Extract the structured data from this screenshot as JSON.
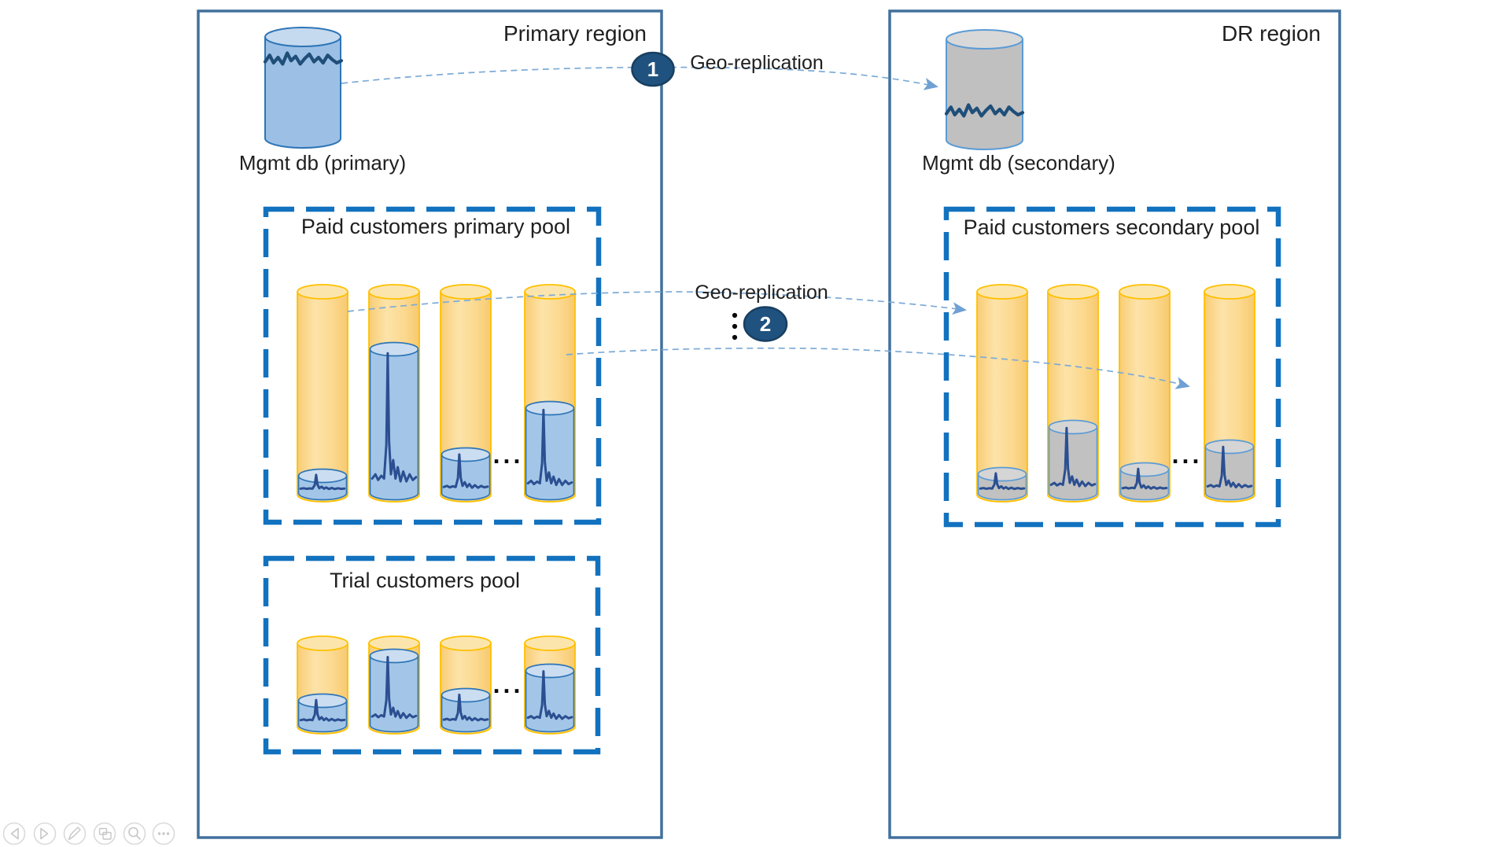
{
  "regions": {
    "primary": {
      "title": "Primary region",
      "mgmt_db_label": "Mgmt db (primary)",
      "pools": {
        "paid": {
          "title": "Paid customers primary pool",
          "more_indicator": "..."
        },
        "trial": {
          "title": "Trial customers pool",
          "more_indicator": "..."
        }
      }
    },
    "dr": {
      "title": "DR region",
      "mgmt_db_label": "Mgmt db (secondary)",
      "pools": {
        "paid": {
          "title": "Paid customers secondary pool",
          "more_indicator": "..."
        }
      }
    }
  },
  "connections": {
    "mgmt_geo_replication": {
      "label": "Geo-replication",
      "step_badge": "1"
    },
    "pool_geo_replication": {
      "label": "Geo-replication",
      "step_badge": "2",
      "queue_dots": "⋮"
    }
  },
  "presenter_toolbar": {
    "buttons": [
      {
        "icon": "previous-slide-icon"
      },
      {
        "icon": "next-slide-icon"
      },
      {
        "icon": "pen-icon"
      },
      {
        "icon": "slide-sorter-icon"
      },
      {
        "icon": "magnifier-icon"
      },
      {
        "icon": "ellipsis-icon"
      }
    ]
  },
  "colors": {
    "region_border": "#41719C",
    "pool_border": "#1272BF",
    "pool_cylinder_fill": "#FBD88A",
    "pool_cylinder_stroke": "#FFC000",
    "db_blue_fill": "#A3C6E8",
    "db_blue_top": "#CBDDF0",
    "db_gray_fill": "#C1C1C1",
    "db_stroke_blue": "#2E75B6",
    "db_stroke_light_blue": "#5B9BD5",
    "sparkline": "#2B4F91",
    "squiggle": "#1F4E79",
    "arrow": "#7CAAD7",
    "badge_fill": "#20527F"
  }
}
